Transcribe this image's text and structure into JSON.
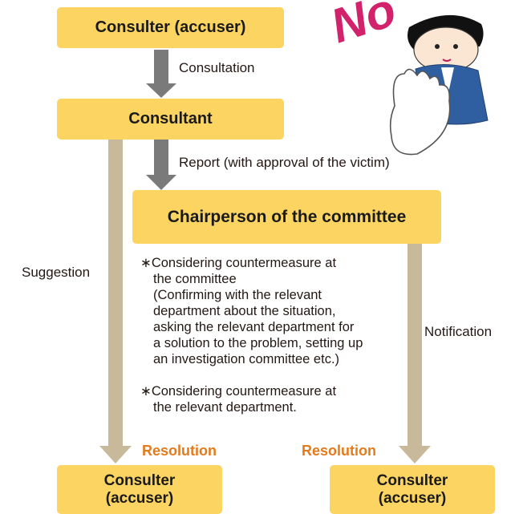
{
  "stamp_text": "No",
  "boxes": {
    "consulter_top": "Consulter (accuser)",
    "consultant": "Consultant",
    "chairperson": "Chairperson of the committee",
    "consulter_left": [
      "Consulter",
      "(accuser)"
    ],
    "consulter_right": [
      "Consulter",
      "(accuser)"
    ]
  },
  "labels": {
    "consultation": "Consultation",
    "report": "Report (with approval of the victim)",
    "suggestion": "Suggestion",
    "notification": "Notification",
    "resolution_left": "Resolution",
    "resolution_right": "Resolution"
  },
  "notes": {
    "item1": [
      "∗Considering countermeasure at",
      "the committee",
      "(Confirming with the relevant",
      "department about the situation,",
      "asking the relevant department for",
      "a solution to the problem, setting up",
      "an investigation committee etc.)"
    ],
    "item2": [
      "∗Considering countermeasure at",
      "the relevant department."
    ]
  },
  "colors": {
    "box": "#fcd462",
    "dark_arrow": "#7a7a7a",
    "light_arrow": "#c8b99a",
    "resolution_text": "#e57a1a",
    "stamp": "#d1226b"
  }
}
